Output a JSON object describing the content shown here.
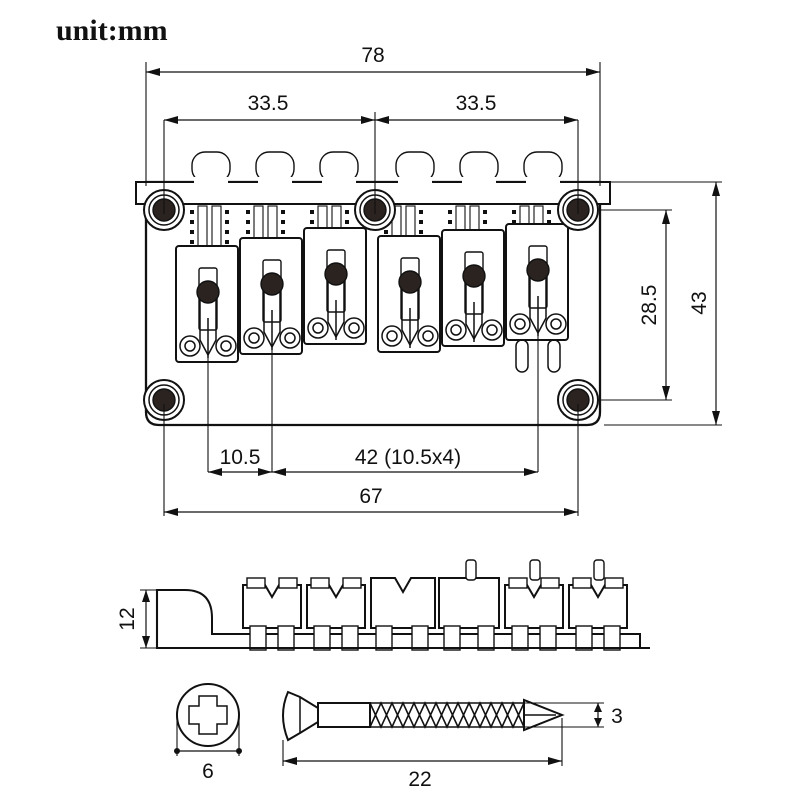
{
  "drawing": {
    "unit_label": "unit:mm",
    "title_note": "unit:mm",
    "line_color": "#111111",
    "background_color": "#ffffff",
    "hardware_fill_color": "#2b2320"
  },
  "views": {
    "top_view": {
      "name": "top-view",
      "string_saddle_count": 6,
      "mounting_hole_count": 5
    },
    "side_view": {
      "name": "side-view",
      "saddle_block_count": 6
    },
    "screw_head_view": {
      "name": "screw-head-top-view",
      "drive_type": "phillips-cross"
    },
    "screw_profile_view": {
      "name": "screw-side-profile-view",
      "head_type": "oval-head",
      "thread": "wood-screw"
    }
  },
  "dimensions": {
    "overall_width": "78",
    "half_width_left": "33.5",
    "half_width_right": "33.5",
    "overall_height": "43",
    "hole_spacing_vertical": "28.5",
    "first_saddle_offset": "10.5",
    "saddle_span": "42 (10.5x4)",
    "hole_span_horizontal": "67",
    "side_height": "12",
    "screw_head_diameter": "6",
    "screw_length": "22",
    "screw_shank_diameter": "3"
  }
}
